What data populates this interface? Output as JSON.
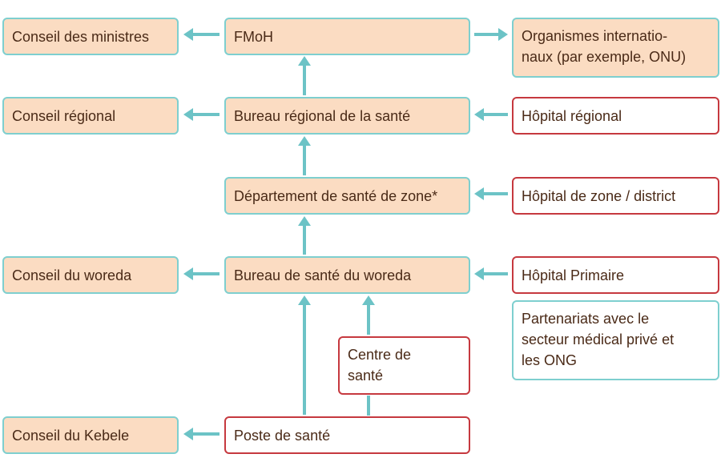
{
  "colors": {
    "peach_fill": "#fbdcc2",
    "teal_border": "#7ecfcf",
    "red_border": "#c6393f",
    "arrow": "#6cc3c6",
    "text": "#4a2a17"
  },
  "nodes": {
    "conseil_ministres": "Conseil des ministres",
    "fmoh": "FMoH",
    "organismes": [
      "Organismes internatio-",
      "naux (par exemple, ONU)"
    ],
    "conseil_regional": "Conseil régional",
    "bureau_regional": "Bureau régional de la santé",
    "hopital_regional": "Hôpital régional",
    "departement_zone": "Département de santé de zone*",
    "hopital_zone": "Hôpital de zone / district",
    "conseil_woreda": "Conseil du woreda",
    "bureau_woreda": "Bureau de santé du woreda",
    "hopital_primaire": "Hôpital Primaire",
    "partenariats": [
      "Partenariats avec le",
      "secteur médical privé et",
      "les ONG"
    ],
    "centre_sante": [
      "Centre de",
      "santé"
    ],
    "conseil_kebele": "Conseil du Kebele",
    "poste_sante": "Poste de santé"
  },
  "arrow_icons": {
    "head": "arrowhead-icon"
  }
}
